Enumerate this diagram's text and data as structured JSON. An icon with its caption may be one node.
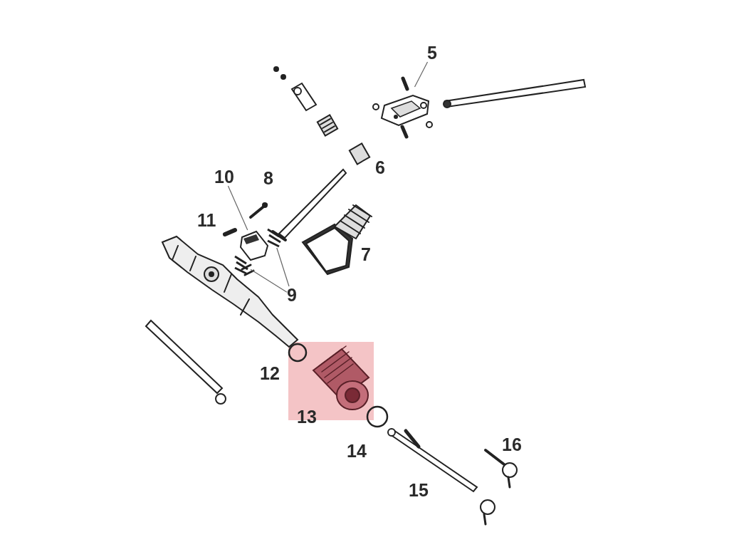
{
  "diagram": {
    "nodes": [
      {
        "text": [
          "5"
        ]
      },
      {
        "text": [],
        "shape": "picture"
      },
      {
        "text": [
          "10"
        ]
      },
      {
        "text": [],
        "shape": "picture"
      },
      {
        "text": [
          "9"
        ]
      },
      {
        "text": [],
        "shape": "picture"
      },
      {
        "text": [],
        "shape": "picture"
      }
    ],
    "edges": [
      {
        "from": 0,
        "to": 1,
        "arrow": "none"
      },
      {
        "from": 2,
        "to": 3,
        "arrow": "none"
      },
      {
        "from": 4,
        "to": 5,
        "arrow": "none"
      },
      {
        "from": 4,
        "to": 6,
        "arrow": "none"
      }
    ],
    "labels": [
      "8",
      "6",
      "11",
      "7",
      "12",
      "13",
      "14",
      "15",
      "16"
    ]
  }
}
